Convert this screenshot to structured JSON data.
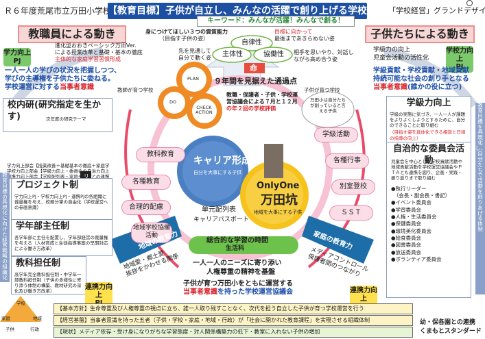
{
  "header": {
    "left": "Ｒ６年度荒尾市立万田小学校",
    "title": "【教育目標】子供が自立し、みんなの活躍で創り上げる学校",
    "right": "「学校経営」グランドデザイン案"
  },
  "keyword": "キーワード：みんなが活躍！みんなで創る！",
  "teachers": {
    "banner": "教職員による動き",
    "pj": "学力向上\nPJ",
    "desc": [
      "進化型おおきベーシック万田Ver.",
      "による授業改革と基礎・基本の徹底",
      "主体的な家庭学習習慣形成"
    ],
    "slogan1": "一人一人の学びの状況を把握しつつ、",
    "slogan2": "学びの主導権を子供たちに委ねる。",
    "slogan3a": "学校運営に対する",
    "slogan3b": "当事者意識",
    "grow_label": "教師が育つ学校"
  },
  "children": {
    "banner": "子供たちによる動き",
    "pj": "学校力向上\nPJ",
    "desc1": "学級力の向上",
    "desc2": "児童会活動の活性化",
    "slogan1": "学級貢献・学校貢献・地域貢献",
    "slogan2": "持続可能な社会の創り手となる",
    "slogan3a": "当事者意識",
    "slogan3b": "(誰かの役に立つ)",
    "grow_label": "子供が育つ学校"
  },
  "abilities": {
    "title": "身につけてほしい３つの資質能力",
    "subtitle": "（目指す子供の姿）",
    "left_a": "先を見通して",
    "left_b": "自分で動く姿",
    "top_a": "目標に向かって",
    "top_b": "最後まであきらめない姿",
    "right_a": "相手を思いやり、対話し",
    "right_b": "ながら高め合う姿",
    "c1": "自律性",
    "c2": "主体性",
    "c3": "協働性",
    "inochi": "命"
  },
  "pdca": {
    "plan": "PLAN",
    "do": "DO",
    "check": "CHECK\nACTION",
    "nine_year": "９年間を見据えた通過点",
    "eval1": "教職・保護者・子供・学校運",
    "eval2": "営協議会による７月と１２月",
    "eval3": "の年２回の学校評価",
    "cloud": "万田小は自分たちが創っていると言える子供"
  },
  "left_panel": {
    "kenshu_head": "校内研(研究指定を生かす)",
    "kenshu_line": "次年度の研究テーマ",
    "links": [
      "学力向上部会【授業改善＋基礎基本の徹底＋家庭学習】",
      "学校力向上部会【学級力向上・委員会の自治力向上】",
      "連携力向上部会【学校配列表・家庭や地域との連携】"
    ],
    "link_label": "リンク",
    "project_head": "プロジェクト制",
    "project_text": "学力向上PJ・学校力向上PJ・連携PJの各組織に裁量権を与え、校務分掌の自由化（学校運営への参画意識）",
    "grade_head": "学年部主任制",
    "grade_text": "各学年部に主任を配置し、学年部経営の裁量権を与える（人材育成と生徒指導事案の早期対応による働き方改革）",
    "subject_head": "教科担任制",
    "subject_text": "高学年完全教科担任制・中学年一部教科担任制（子供の多様性に寄り添う体制の構築、教材研究の深化及び働き方改革）",
    "side_vert": "教育目標の具現化に向けた経営戦略の組織化"
  },
  "right_panel": {
    "class_head": "学級力向上",
    "class_text": "学級の実態に気づき、一人一人が課題をよりよくしようとするために、自分のできることに取り組む",
    "class_red": "（目指す姿を具体化できる相談と日頃の指導の向上）",
    "committee_head": "自治的な委員会活動",
    "committee_text": "児童会を中心とした学校貢献活動や地域貢献活動を学校運営協議会やＰＴＡとも連携を図り、企画・実践・振り返りまで取り組む",
    "bullets": [
      "執行リーダー",
      "（会長・副会長・書記）",
      "イベント委員会",
      "学習委員会",
      "人権・生活委員会",
      "保健委員会",
      "環境美化委員会",
      "給食委員会",
      "図書委員会",
      "放送委員会",
      "ボランティア委員会"
    ],
    "side_vert": "教育目標を具現化し、自分たちで活動を創りあげる体制"
  },
  "center": {
    "career": "キャリア形成",
    "career_sub": "自分を大事にする子供",
    "onlyone": "OnlyOne",
    "manda": "万田坑",
    "manda_sub": "地域を大事にする子供",
    "unit": "単元配列表",
    "passport": "キャリアパスポート",
    "general": "総合的な学習の時間",
    "general2": "生活科",
    "left_items": [
      "教科教育",
      "各種教育",
      "合理的配慮",
      "地域学校協働活動"
    ],
    "right_items": [
      "学級活動",
      "各種行事",
      "別室登校",
      "ＳＳＴ"
    ]
  },
  "bottom": {
    "arrow_left_title": "地域の教育力",
    "arrow_left_body": "地域愛・郷土愛\n挨拶をかわせる関係",
    "arrow_right_title": "家庭の教育力",
    "arrow_right_body": "メディアコントロール\n保護者間のつながり",
    "needs1": "一人一人のニーズに寄り添い",
    "needs2": "人権尊重の精神を基盤",
    "council1": "子供が育つ万田小をともに運営する",
    "council2a": "当事者意識",
    "council2b": "を持った学校運営協議会",
    "pj_left": "連携力向上\nPJ",
    "pj_right": "連携力向上\nPJ",
    "policy": "【基本方針】生命尊重及び人権尊重の視点に立ち、誰一人取り残すことなく、次代を担う自立した子供が育つ学校運営を行う",
    "management": "【経営基盤】当事者意識を持った五者（子供・学校・家庭・地域・行政）が「社会に開かれた教育課程」を実現させる組織体制",
    "current": "【現状】メディア依存・受け身になりがちな学習態度・対人関係構築力の低下・教室に入れない子供の増加",
    "kinder1": "幼・保各園との連携",
    "kinder2": "くまもとスタンダード",
    "logo_labels": [
      "学校",
      "家庭",
      "地域",
      "子供",
      "行政"
    ]
  },
  "colors": {
    "title_blue": "#1d4fa3",
    "accent_red": "#d8232a",
    "link_blue": "#1c4fa8",
    "arrow_blue": "#1d6ea8",
    "pink": "#fbdde8",
    "gear_orange": "#f08a24",
    "gear_yellow": "#f6c21c",
    "gear_blue": "#4a7fc1"
  }
}
